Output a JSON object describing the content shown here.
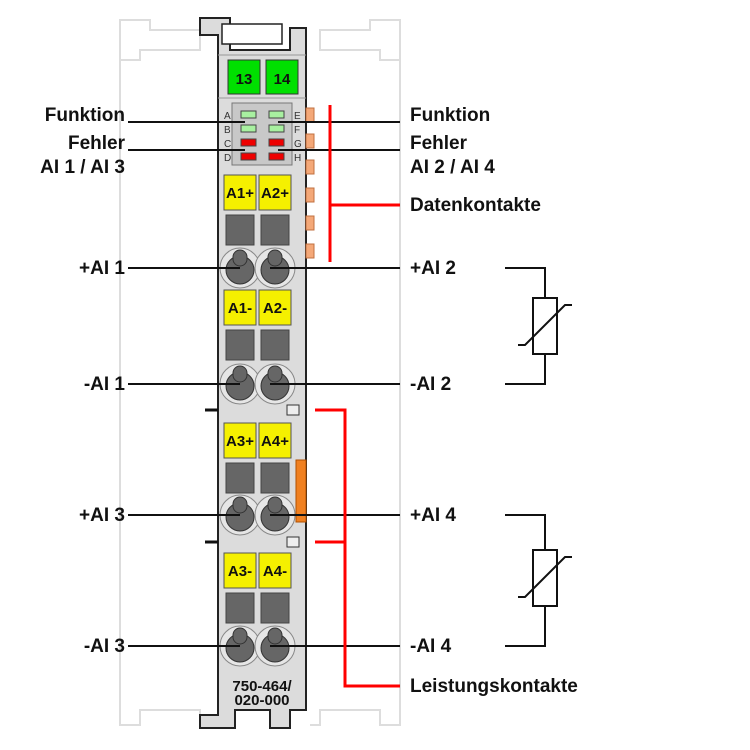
{
  "left_labels": {
    "funktion": "Funktion",
    "fehler": "Fehler",
    "fehler_sub": "AI 1 / AI 3",
    "ai1_plus": "+AI 1",
    "ai1_minus": "-AI 1",
    "ai3_plus": "+AI 3",
    "ai3_minus": "-AI 3"
  },
  "right_labels": {
    "funktion": "Funktion",
    "fehler": "Fehler",
    "fehler_sub": "AI 2 / AI 4",
    "datenkontakte": "Datenkontakte",
    "ai2_plus": "+AI 2",
    "ai2_minus": "-AI 2",
    "ai4_plus": "+AI 4",
    "ai4_minus": "-AI 4",
    "leistungskontakte": "Leistungskontakte"
  },
  "module": {
    "top_terminals": [
      "13",
      "14"
    ],
    "led_letters_left": [
      "A",
      "B",
      "C",
      "D"
    ],
    "led_letters_right": [
      "E",
      "F",
      "G",
      "H"
    ],
    "terminal_labels": [
      "A1+",
      "A2+",
      "A1-",
      "A2-",
      "A3+",
      "A4+",
      "A3-",
      "A4-"
    ],
    "part_number_1": "750-464/",
    "part_number_2": "020-000"
  },
  "colors": {
    "body": "#d9d9d9",
    "terminal_green": "#00e000",
    "terminal_yellow": "#f5f000",
    "led_green": "#a8f0a0",
    "led_red": "#ee0000",
    "accent_red": "#ff0000",
    "contact_orange": "#f4a878"
  }
}
